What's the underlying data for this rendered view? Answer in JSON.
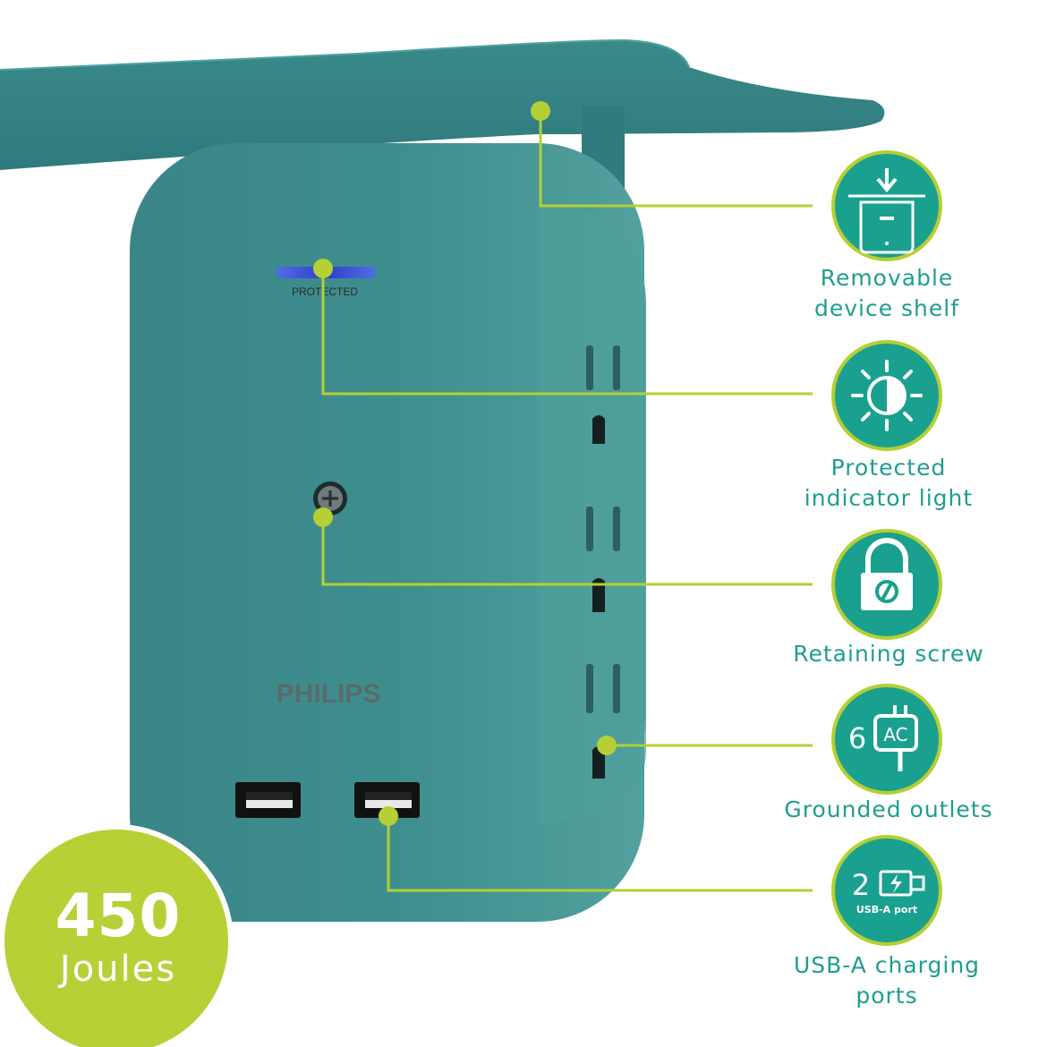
{
  "product": {
    "brand": "PHILIPS",
    "indicator_text": "PROTECTED"
  },
  "badge": {
    "value": "450",
    "unit": "Joules"
  },
  "features": [
    {
      "id": "shelf",
      "label_line1": "Removable",
      "label_line2": "device shelf",
      "icon": "shelf-device-icon"
    },
    {
      "id": "indicator",
      "label_line1": "Protected",
      "label_line2": "indicator light",
      "icon": "light-indicator-icon"
    },
    {
      "id": "screw",
      "label_line1": "Retaining screw",
      "label_line2": "",
      "icon": "lock-screw-icon"
    },
    {
      "id": "outlets",
      "label_line1": "Grounded outlets",
      "label_line2": "",
      "icon": "plug-icon",
      "icon_count": "6",
      "icon_text": "AC"
    },
    {
      "id": "usb",
      "label_line1": "USB-A charging",
      "label_line2": "ports",
      "icon": "usb-charging-icon",
      "icon_count": "2",
      "icon_text": "USB-A port"
    }
  ],
  "colors": {
    "product_teal": "#3e8f8e",
    "icon_teal": "#1aa08f",
    "callout_green": "#b5cf34",
    "badge_green": "#b8cf36",
    "text_teal": "#1f9e8e"
  }
}
